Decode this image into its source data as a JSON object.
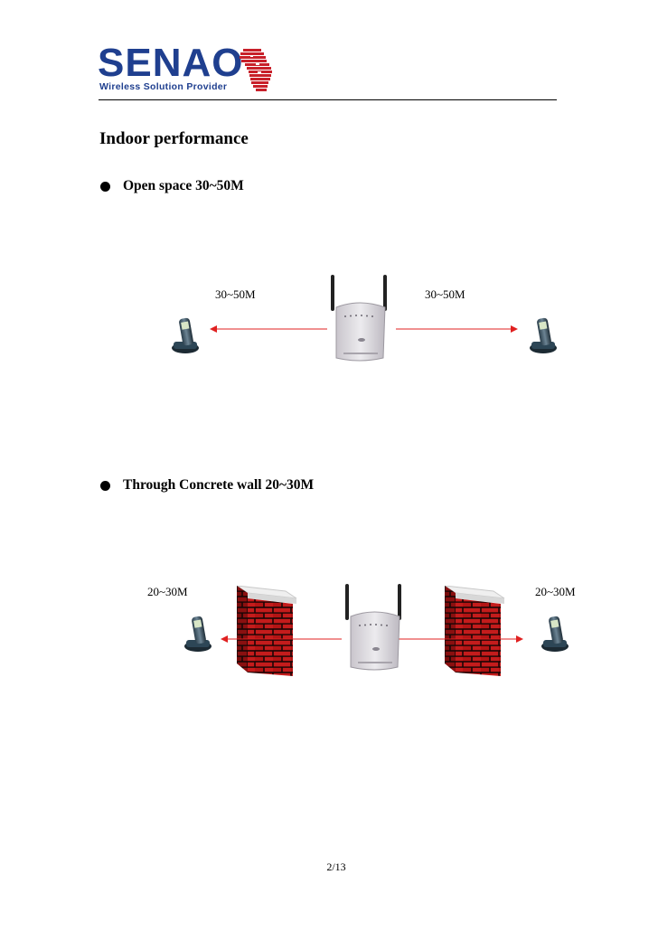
{
  "header": {
    "brand": "SENAO",
    "tagline": "Wireless Solution Provider",
    "logo_icon": "head-silhouette-logo-icon",
    "brand_color": "#1f3f8f",
    "accent_color": "#c8202a"
  },
  "page_title": "Indoor performance",
  "sections": [
    {
      "bullet": "Open space 30~50M",
      "diagram": {
        "left_label": "30~50M",
        "right_label": "30~50M",
        "icons": [
          "phone-icon",
          "access-point-icon",
          "phone-icon"
        ]
      }
    },
    {
      "bullet": "Through Concrete wall 20~30M",
      "diagram": {
        "left_label": "20~30M",
        "right_label": "20~30M",
        "icons": [
          "phone-icon",
          "brick-wall-icon",
          "access-point-icon",
          "brick-wall-icon",
          "phone-icon"
        ]
      }
    }
  ],
  "arrow_color": "#e02020",
  "wall_color": "#b01818",
  "page_number": "2/13"
}
